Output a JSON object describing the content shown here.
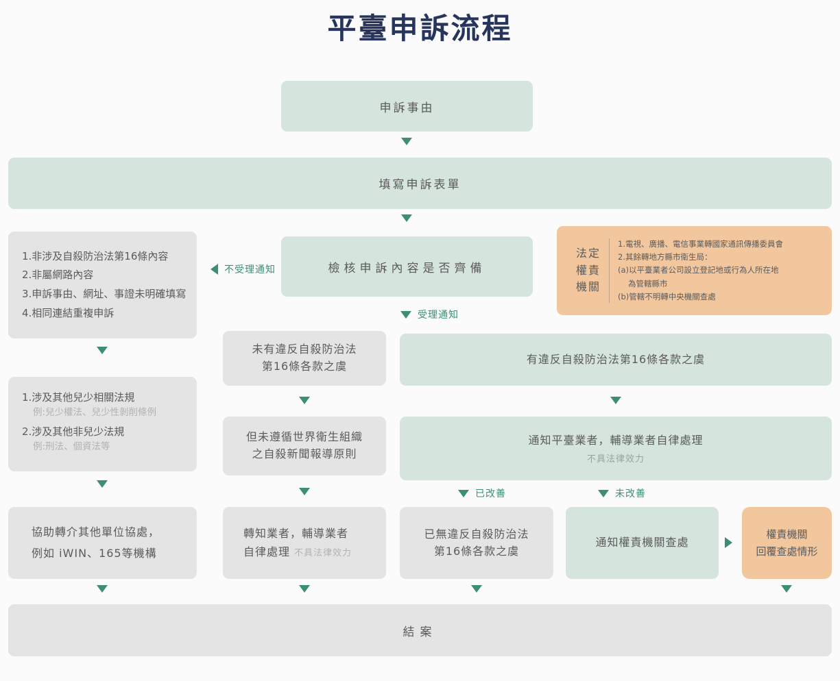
{
  "title": "平臺申訴流程",
  "colors": {
    "background": "#fbfbfb",
    "green_box": "#d5e4dc",
    "gray_box": "#e4e4e4",
    "orange_box": "#f2c79e",
    "title_text": "#27355c",
    "body_text": "#5b5b5b",
    "muted_text": "#b3b1b1",
    "arrow_green": "#3d8e72"
  },
  "flow": {
    "complaint_reason": "申訴事由",
    "fill_form": "填寫申訴表單",
    "check_content": "檢核申訴內容是否齊備",
    "reject_notice_label": "不受理通知",
    "accept_notice_label": "受理通知",
    "reject_reasons": [
      "1.非涉及自殺防治法第16條內容",
      "2.非屬網路內容",
      "3.申訴事由、網址、事證未明確填寫",
      "4.相同連結重複申訴"
    ],
    "legal_authority": {
      "label_lines": [
        "法定",
        "權責",
        "機關"
      ],
      "detail_lines": [
        "1.電視、廣播、電信事業轉國家通訊傳播委員會",
        "2.其餘轉地方縣市衛生局：",
        "(a)以平臺業者公司設立登記地或行為人所在地",
        "為管轄縣市",
        "(b)管轄不明轉中央機關查處"
      ]
    },
    "no_violation": {
      "line1": "未有違反自殺防治法",
      "line2": "第16條各款之虞"
    },
    "violation": "有違反自殺防治法第16條各款之虞",
    "other_laws": {
      "item1": "1.涉及其他兒少相關法規",
      "item1_example": "例:兒少權法、兒少性剝削條例",
      "item2": "2.涉及其他非兒少法規",
      "item2_example": "例:刑法、個資法等"
    },
    "not_following_who": {
      "line1": "但未遵循世界衛生組織",
      "line2": "之自殺新聞報導原則"
    },
    "notify_platform": {
      "main": "通知平臺業者，輔導業者自律處理",
      "sub": "不具法律效力"
    },
    "improved_label": "已改善",
    "not_improved_label": "未改善",
    "refer_other": {
      "line1": "協助轉介其他單位協處，",
      "line2": "例如 iWIN、165等機構"
    },
    "inform_business": {
      "line1": "轉知業者，輔導業者",
      "line2": "自律處理",
      "line2_sub": "不具法律效力"
    },
    "no_more_violation": {
      "line1": "已無違反自殺防治法",
      "line2": "第16條各款之虞"
    },
    "notify_authority": "通知權責機關查處",
    "authority_reply": {
      "line1": "權責機關",
      "line2": "回覆查處情形"
    },
    "close_case": "結案"
  }
}
